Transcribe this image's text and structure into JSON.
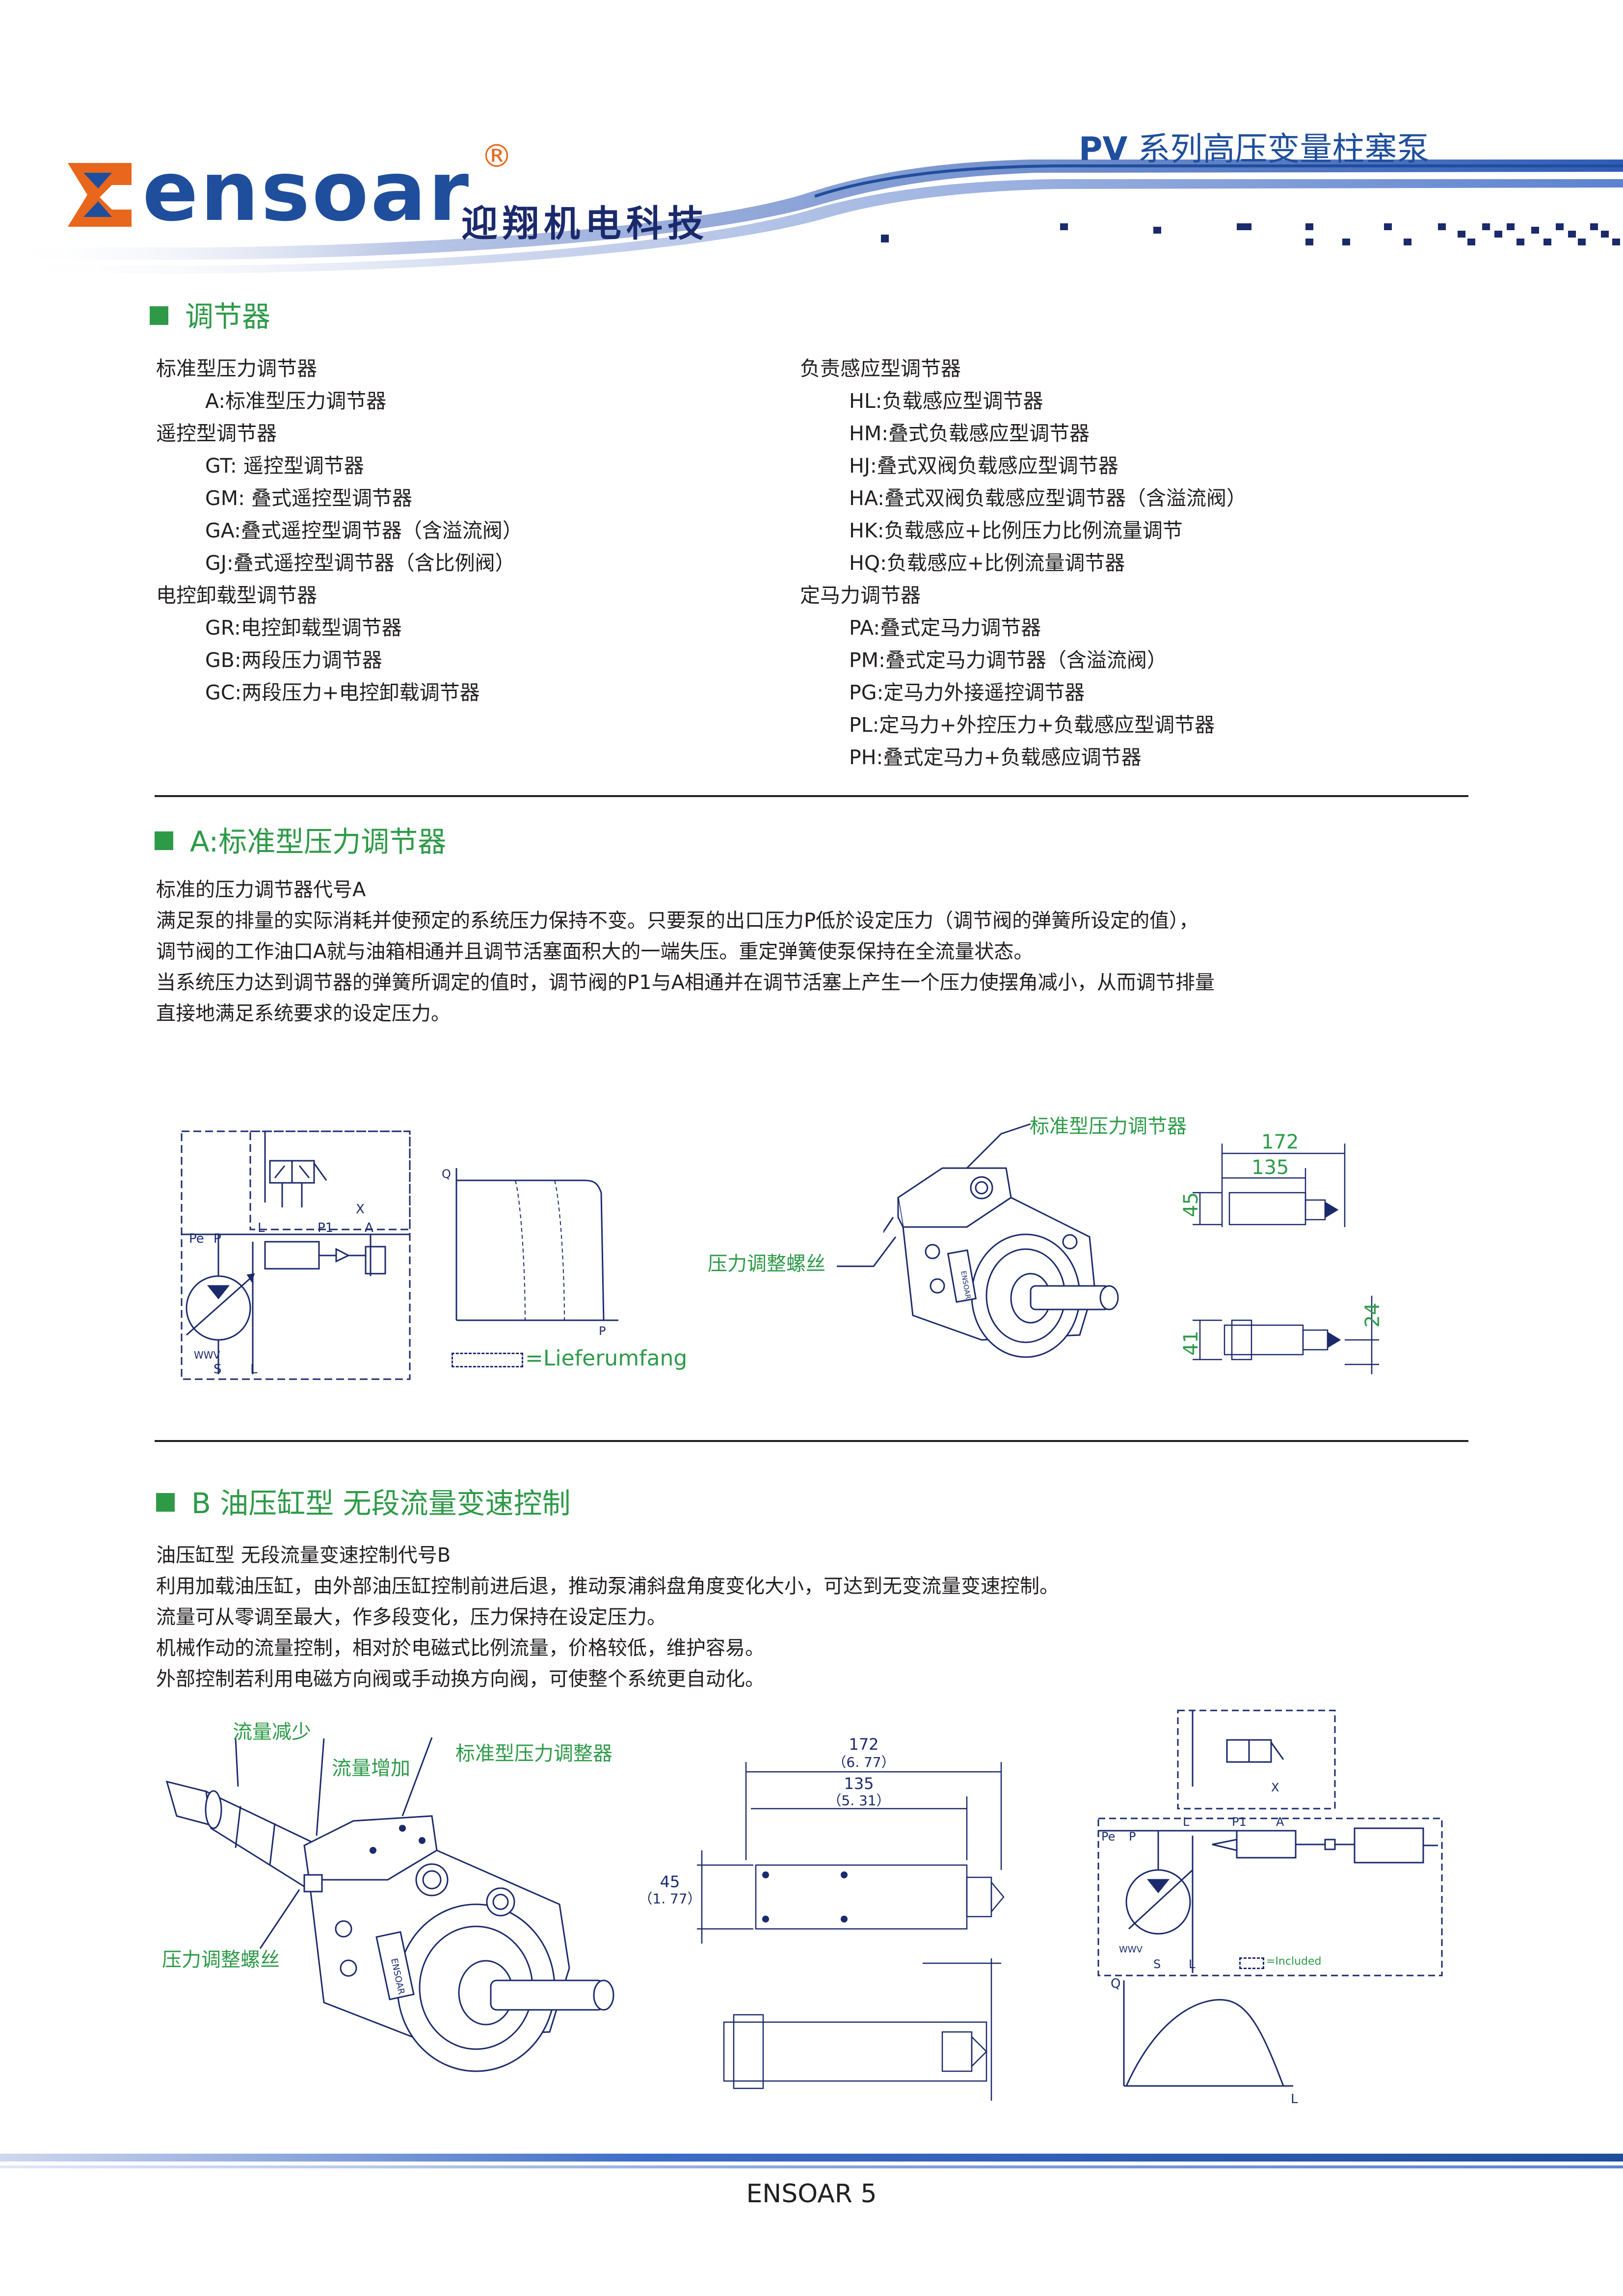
{
  "header": {
    "series_title_prefix": "PV",
    "series_title_rest": " 系列高压变量柱塞泵",
    "logo_wordmark": "ensoar",
    "logo_registered": "®",
    "company_name": "迎翔机电科技"
  },
  "section_regulators": {
    "title": "调节器",
    "left_column": [
      {
        "text": "标准型压力调节器",
        "indent": false
      },
      {
        "text": "A:标准型压力调节器",
        "indent": true
      },
      {
        "text": "遥控型调节器",
        "indent": false
      },
      {
        "text": "GT: 遥控型调节器",
        "indent": true
      },
      {
        "text": "GM: 叠式遥控型调节器",
        "indent": true
      },
      {
        "text": "GA:叠式遥控型调节器（含溢流阀）",
        "indent": true
      },
      {
        "text": "GJ:叠式遥控型调节器（含比例阀）",
        "indent": true
      },
      {
        "text": "电控卸载型调节器",
        "indent": false
      },
      {
        "text": "GR:电控卸载型调节器",
        "indent": true
      },
      {
        "text": "GB:两段压力调节器",
        "indent": true
      },
      {
        "text": "GC:两段压力+电控卸载调节器",
        "indent": true
      }
    ],
    "right_column": [
      {
        "text": "负责感应型调节器",
        "indent": false
      },
      {
        "text": "HL:负载感应型调节器",
        "indent": true
      },
      {
        "text": "HM:叠式负载感应型调节器",
        "indent": true
      },
      {
        "text": "HJ:叠式双阀负载感应型调节器",
        "indent": true
      },
      {
        "text": "HA:叠式双阀负载感应型调节器（含溢流阀）",
        "indent": true
      },
      {
        "text": "HK:负载感应+比例压力比例流量调节",
        "indent": true
      },
      {
        "text": "HQ:负载感应+比例流量调节器",
        "indent": true
      },
      {
        "text": "定马力调节器",
        "indent": false
      },
      {
        "text": "PA:叠式定马力调节器",
        "indent": true
      },
      {
        "text": "PM:叠式定马力调节器（含溢流阀）",
        "indent": true
      },
      {
        "text": "PG:定马力外接遥控调节器",
        "indent": true
      },
      {
        "text": "PL:定马力+外控压力+负载感应型调节器",
        "indent": true
      },
      {
        "text": "PH:叠式定马力+负载感应调节器",
        "indent": true
      }
    ]
  },
  "section_a": {
    "title": "A:标准型压力调节器",
    "paragraph": [
      "标准的压力调节器代号A",
      "满足泵的排量的实际消耗并使预定的系统压力保持不变。只要泵的出口压力P低於设定压力（调节阀的弹簧所设定的值），",
      "调节阀的工作油口A就与油箱相通并且调节活塞面积大的一端失压。重定弹簧使泵保持在全流量状态。",
      "当系统压力达到调节器的弹簧所调定的值时，调节阀的P1与A相通并在调节活塞上产生一个压力使摆角减小，从而调节排量",
      "直接地满足系统要求的设定压力。"
    ],
    "schematic_labels": {
      "pe": "Pe",
      "p": "P",
      "l": "L",
      "p1": "P1",
      "a": "A",
      "x": "X",
      "s": "S",
      "l2": "L",
      "wwv": "WWV"
    },
    "graph": {
      "y_axis": "Q",
      "x_axis": "P"
    },
    "legend": "=Lieferumfang",
    "callout_regulator": "标准型压力调节器",
    "callout_screw": "压力调整螺丝",
    "dimensions": {
      "d1": "172",
      "d2": "135",
      "d3": "45",
      "d4": "41",
      "d5": "24"
    },
    "pump_badge": "ENSOAR"
  },
  "section_b": {
    "title": "B 油压缸型  无段流量变速控制",
    "paragraph": [
      "油压缸型  无段流量变速控制代号B",
      "利用加载油压缸，由外部油压缸控制前进后退，推动泵浦斜盘角度变化大小，可达到无变流量变速控制。",
      "流量可从零调至最大，作多段变化，压力保持在设定压力。",
      "机械作动的流量控制，相对於电磁式比例流量，价格较低，维护容易。",
      "外部控制若利用电磁方向阀或手动换方向阀，可使整个系统更自动化。"
    ],
    "callout_decrease": "流量减少",
    "callout_increase": "流量增加",
    "callout_regulator": "标准型压力调整器",
    "callout_screw": "压力调整螺丝",
    "dimensions": {
      "d1": "172",
      "d1_in": "（6. 77）",
      "d2": "135",
      "d2_in": "（5. 31）",
      "d3": "45",
      "d3_in": "（1. 77）"
    },
    "schematic_labels": {
      "pe": "Pe",
      "p": "P",
      "l": "L",
      "p1": "P1",
      "a": "A",
      "x": "X",
      "s": "S",
      "l2": "L",
      "wwv": "WWV"
    },
    "legend": "=Included",
    "graph": {
      "y_axis": "Q",
      "x_axis": "L"
    },
    "pump_badge": "ENSOAR"
  },
  "footer": {
    "page_label": "ENSOAR 5"
  },
  "colors": {
    "accent_green": "#2e9a48",
    "brand_blue": "#1f4e9c",
    "logo_orange": "#e8671c",
    "drawing_navy": "#1b2a6b"
  }
}
